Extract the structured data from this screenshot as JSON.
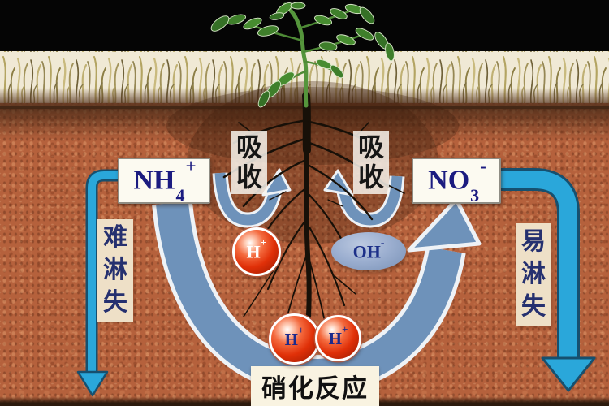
{
  "diagram_type": "soil nitrogen absorption and leaching diagram",
  "labels": {
    "absorb_left": "吸收",
    "absorb_right": "吸收",
    "leach_hard": "难淋失",
    "leach_easy": "易淋失",
    "nitrification": "硝化反应"
  },
  "formulas": {
    "nh4": {
      "base": "NH",
      "sub": "4",
      "sup": "+"
    },
    "no3": {
      "base": "NO",
      "sub": "3",
      "sup": "-"
    },
    "h_root": {
      "base": "H",
      "sup": "+"
    },
    "oh_root": {
      "base": "OH",
      "sup": "-"
    },
    "h_soil_1": {
      "base": "H",
      "sup": "+"
    },
    "h_soil_2": {
      "base": "H",
      "sup": "+"
    }
  },
  "icons": {
    "plant": "tomato-seedling",
    "roots": "root-system",
    "big_curved_arrow": "nitrification-curve-arrow",
    "absorb_arrows": "u-shaped-uptake-arrows",
    "leach_arrows": "downward-leach-arrows"
  },
  "colors": {
    "arrow_steel_blue": "#6e92ba",
    "arrow_outline_white": "#eef2f6",
    "arrow_cyan": "#2aa7da",
    "arrow_cyan_outline": "#16506f",
    "ion_red": "#e03008",
    "ion_blue_gray": "#93a7c9",
    "formula_navy": "#1b1b80",
    "label_navy": "#25306f",
    "soil_orange": "#b5613c",
    "label_cream": "#eee0c7",
    "sky_black": "#050505",
    "grass_cream": "#f0e9d5"
  }
}
